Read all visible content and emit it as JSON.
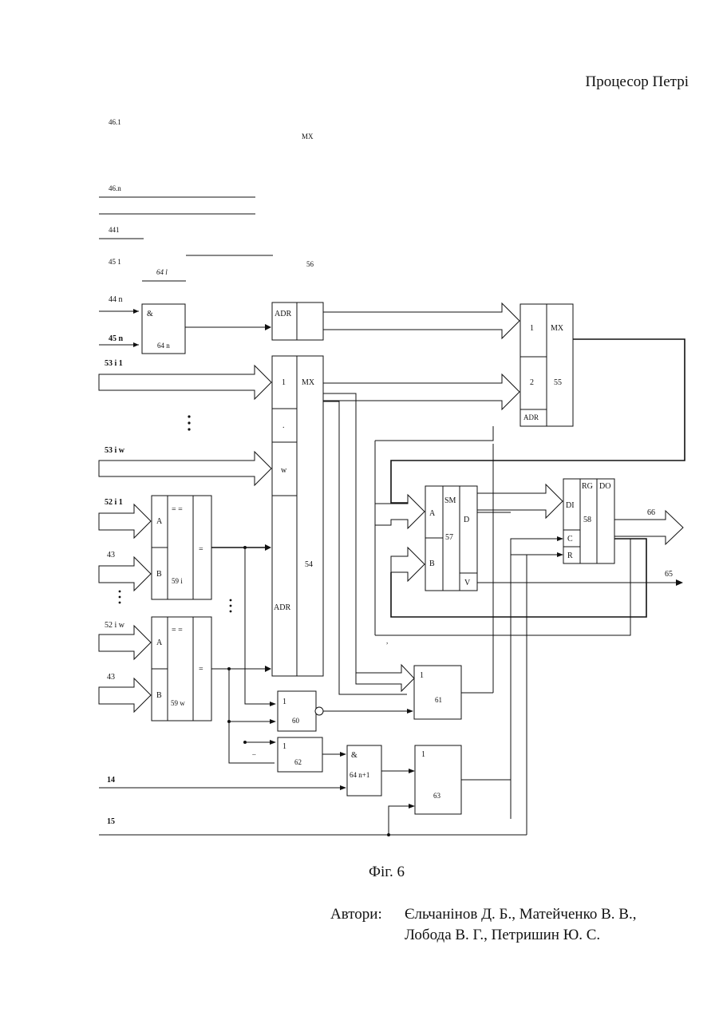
{
  "header": {
    "title": "Процесор Петрі"
  },
  "diagram": {
    "top_labels": {
      "l46_1": "46.1",
      "mx_top": "MX",
      "l46_n": "46.n",
      "l441": "441",
      "l451": "45 1",
      "l641": "64 l",
      "l56": "56"
    },
    "inputs": {
      "in_44n": "44 n",
      "in_45n": "45 n",
      "in_53i1": "53 i 1",
      "in_53iw": "53 i w",
      "in_52i1": "52 i 1",
      "in_43a": "43",
      "in_52iw": "52 i w",
      "in_43b": "43",
      "in_14": "14",
      "in_15": "15"
    },
    "outputs": {
      "out_66": "66",
      "out_65": "65"
    },
    "blocks": {
      "and_64n": {
        "op": "&",
        "num": "64 n"
      },
      "adr_box": {
        "label": "ADR"
      },
      "mux_55": {
        "in1": "1",
        "in2": "2",
        "adr": "ADR",
        "type": "MX",
        "num": "55"
      },
      "mux_54": {
        "in1": "1",
        "dot": ".",
        "inw": "w",
        "adr": "ADR",
        "type": "MX",
        "num": "54"
      },
      "sm_57": {
        "a": "A",
        "b": "B",
        "type": "SM",
        "d": "D",
        "v": "V",
        "num": "57"
      },
      "rg_58": {
        "di": "DI",
        "type": "RG",
        "do": "DO",
        "c": "C",
        "r": "R",
        "num": "58"
      },
      "cmp_59i": {
        "a": "A",
        "b": "B",
        "op": "= =",
        "eq": "=",
        "num": "59 i"
      },
      "cmp_59w": {
        "a": "A",
        "b": "B",
        "op": "= =",
        "eq": "=",
        "num": "59 w"
      },
      "or_60": {
        "op": "1",
        "num": "60"
      },
      "or_61": {
        "op": "1",
        "num": "61"
      },
      "or_62": {
        "op": "1",
        "num": "62"
      },
      "and_64n1": {
        "op": "&",
        "num": "64 n+1"
      },
      "or_63": {
        "op": "1",
        "num": "63"
      }
    },
    "small_marks": {
      "dotdot": "..",
      "tick": ","
    }
  },
  "caption": "Фіг. 6",
  "authors": {
    "label": "Автори:",
    "line1": "Єльчанінов Д. Б., Матейченко В. В.,",
    "line2": "Лобода В. Г., Петришин Ю. С."
  }
}
